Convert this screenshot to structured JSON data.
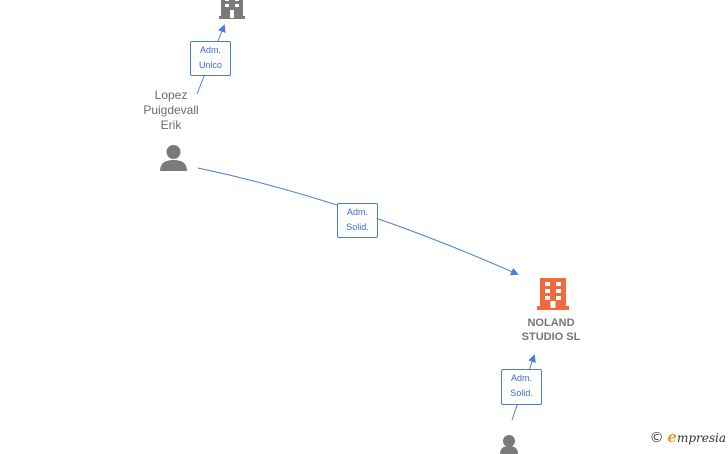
{
  "nodes": {
    "person_top": {
      "name_line1": "Lopez",
      "name_line2": "Puigdevall",
      "name_line3": "Erik"
    },
    "company_main": {
      "name_line1": "NOLAND",
      "name_line2": "STUDIO  SL"
    }
  },
  "relations": {
    "top": {
      "line1": "Adm.",
      "line2": "Unico"
    },
    "middle": {
      "line1": "Adm.",
      "line2": "Solid."
    },
    "bottom": {
      "line1": "Adm.",
      "line2": "Solid."
    }
  },
  "brand": {
    "copyright": "©",
    "e": "e",
    "rest": "mpresia"
  },
  "colors": {
    "edge": "#4a7fd4",
    "company_main": "#f26a3c",
    "company_other": "#7a7a7a",
    "person": "#7a7a7a"
  }
}
